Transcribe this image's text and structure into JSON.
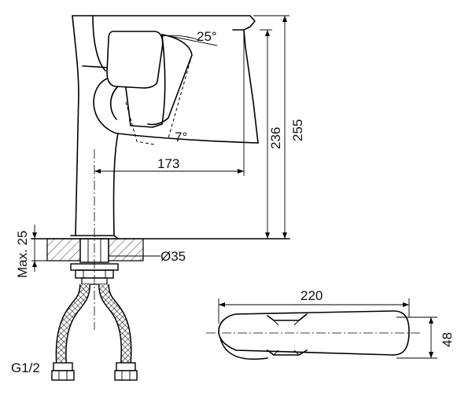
{
  "dimensions": {
    "angle_open": "25°",
    "angle_tilt": "7°",
    "spout_reach": "173",
    "height_236": "236",
    "height_255": "255",
    "max_deck": "Max. 25",
    "hole_diameter": "Ø35",
    "thread": "G1/2",
    "handle_length": "220",
    "handle_width": "48"
  }
}
